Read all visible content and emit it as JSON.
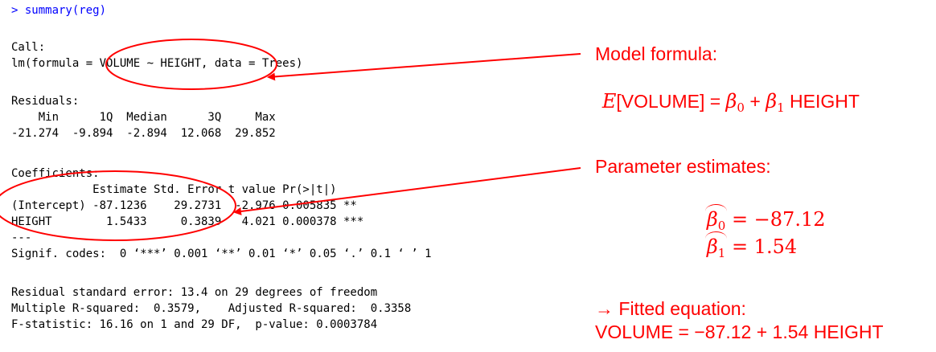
{
  "console": {
    "command": "> summary(reg)",
    "call_heading": "Call:",
    "call_line": "lm(formula = VOLUME ~ HEIGHT, data = Trees)",
    "residuals_heading": "Residuals:",
    "residuals_header": "    Min      1Q  Median      3Q     Max ",
    "residuals_values": "-21.274  -9.894  -2.894  12.068  29.852 ",
    "coefficients_heading": "Coefficients:",
    "coef_header": "            Estimate Std. Error t value Pr(>|t|)    ",
    "coef_row_intercept": "(Intercept) -87.1236    29.2731  -2.976 0.005835 ** ",
    "coef_row_height": "HEIGHT        1.5433     0.3839   4.021 0.000378 ***",
    "separator": "---",
    "signif_codes": "Signif. codes:  0 ‘***’ 0.001 ‘**’ 0.01 ‘*’ 0.05 ‘.’ 0.1 ‘ ’ 1",
    "residual_se": "Residual standard error: 13.4 on 29 degrees of freedom",
    "r_squared": "Multiple R-squared:  0.3579,\tAdjusted R-squared:  0.3358 ",
    "f_statistic": "F-statistic: 16.16 on 1 and 29 DF,  p-value: 0.0003784"
  },
  "annotations": {
    "model_formula_heading": "Model formula:",
    "model_formula_E": "E",
    "model_formula_lhs": "[VOLUME] = ",
    "beta": "β",
    "sub0": "0",
    "sub1": "1",
    "plus": " + ",
    "height_word": " HEIGHT",
    "parameter_heading": "Parameter estimates:",
    "beta0_value": " = −87.12",
    "beta1_value": " = 1.54",
    "fitted_heading": "→ Fitted equation:",
    "fitted_equation": "VOLUME = −87.12 + 1.54 HEIGHT"
  },
  "colors": {
    "annotation_red": "#ff0000",
    "prompt_blue": "#0000ff",
    "console_text": "#000000"
  }
}
